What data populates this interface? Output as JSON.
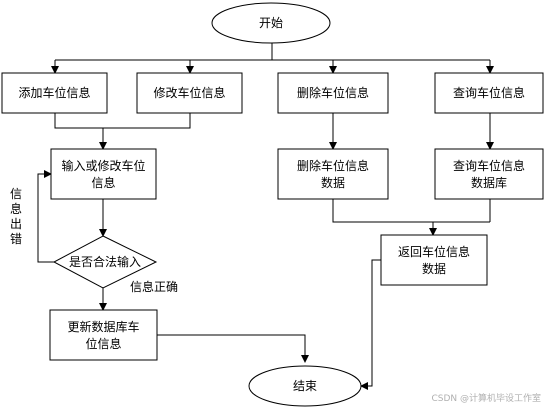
{
  "nodes": {
    "start": "开始",
    "add": "添加车位信息",
    "modify": "修改车位信息",
    "delete": "删除车位信息",
    "query": "查询车位信息",
    "input": [
      "输入或修改车位",
      "信息"
    ],
    "delete_data": [
      "删除车位信息",
      "数据"
    ],
    "query_data": [
      "查询车位信息",
      "数据库"
    ],
    "valid": "是否合法输入",
    "return_data": [
      "返回车位信息",
      "数据"
    ],
    "update": [
      "更新数据库车",
      "位信息"
    ],
    "end": "结束"
  },
  "labels": {
    "error": [
      "信",
      "息",
      "出",
      "错"
    ],
    "correct": "信息正确"
  },
  "watermark": "CSDN @计算机毕设工作室"
}
